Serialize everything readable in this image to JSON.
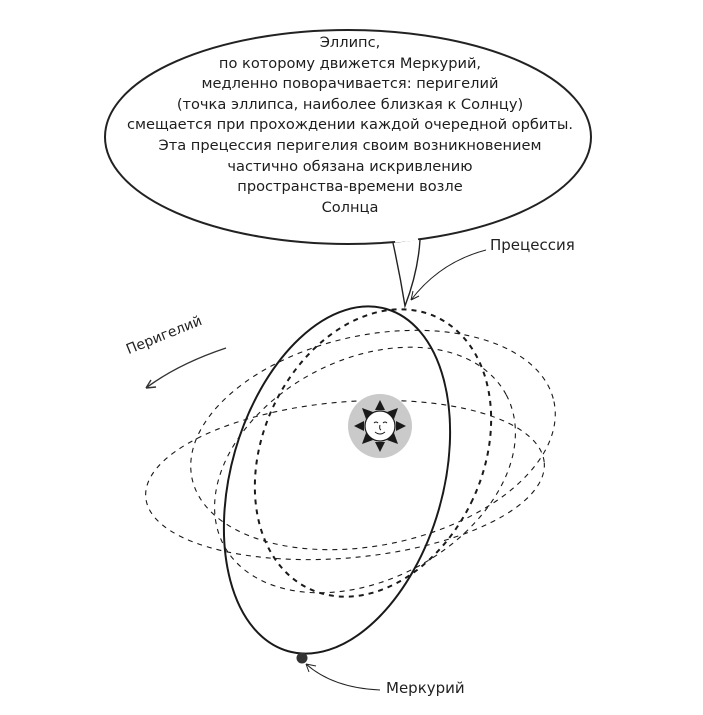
{
  "bubble": {
    "lines": [
      "Эллипс,",
      "по которому движется Меркурий,",
      "медленно поворачивается: перигелий",
      "(точка эллипса, наиболее близкая к Солнцу)",
      "смещается при прохождении каждой очередной орбиты.",
      "Эта прецессия перигелия своим возникновением",
      "частично обязана искривлению",
      "пространства-времени возле",
      "Солнца"
    ]
  },
  "labels": {
    "precession": "Прецессия",
    "mercury": "Меркурий",
    "perihelion": "Перигелий"
  },
  "icons": {
    "sun": "sun-icon",
    "planet": "mercury-dot",
    "arrow": "perihelion-arrow"
  },
  "colors": {
    "line": "#1a1a1a",
    "sun_halo": "#c9c9c9",
    "bubble_fill": "#ffffff"
  }
}
